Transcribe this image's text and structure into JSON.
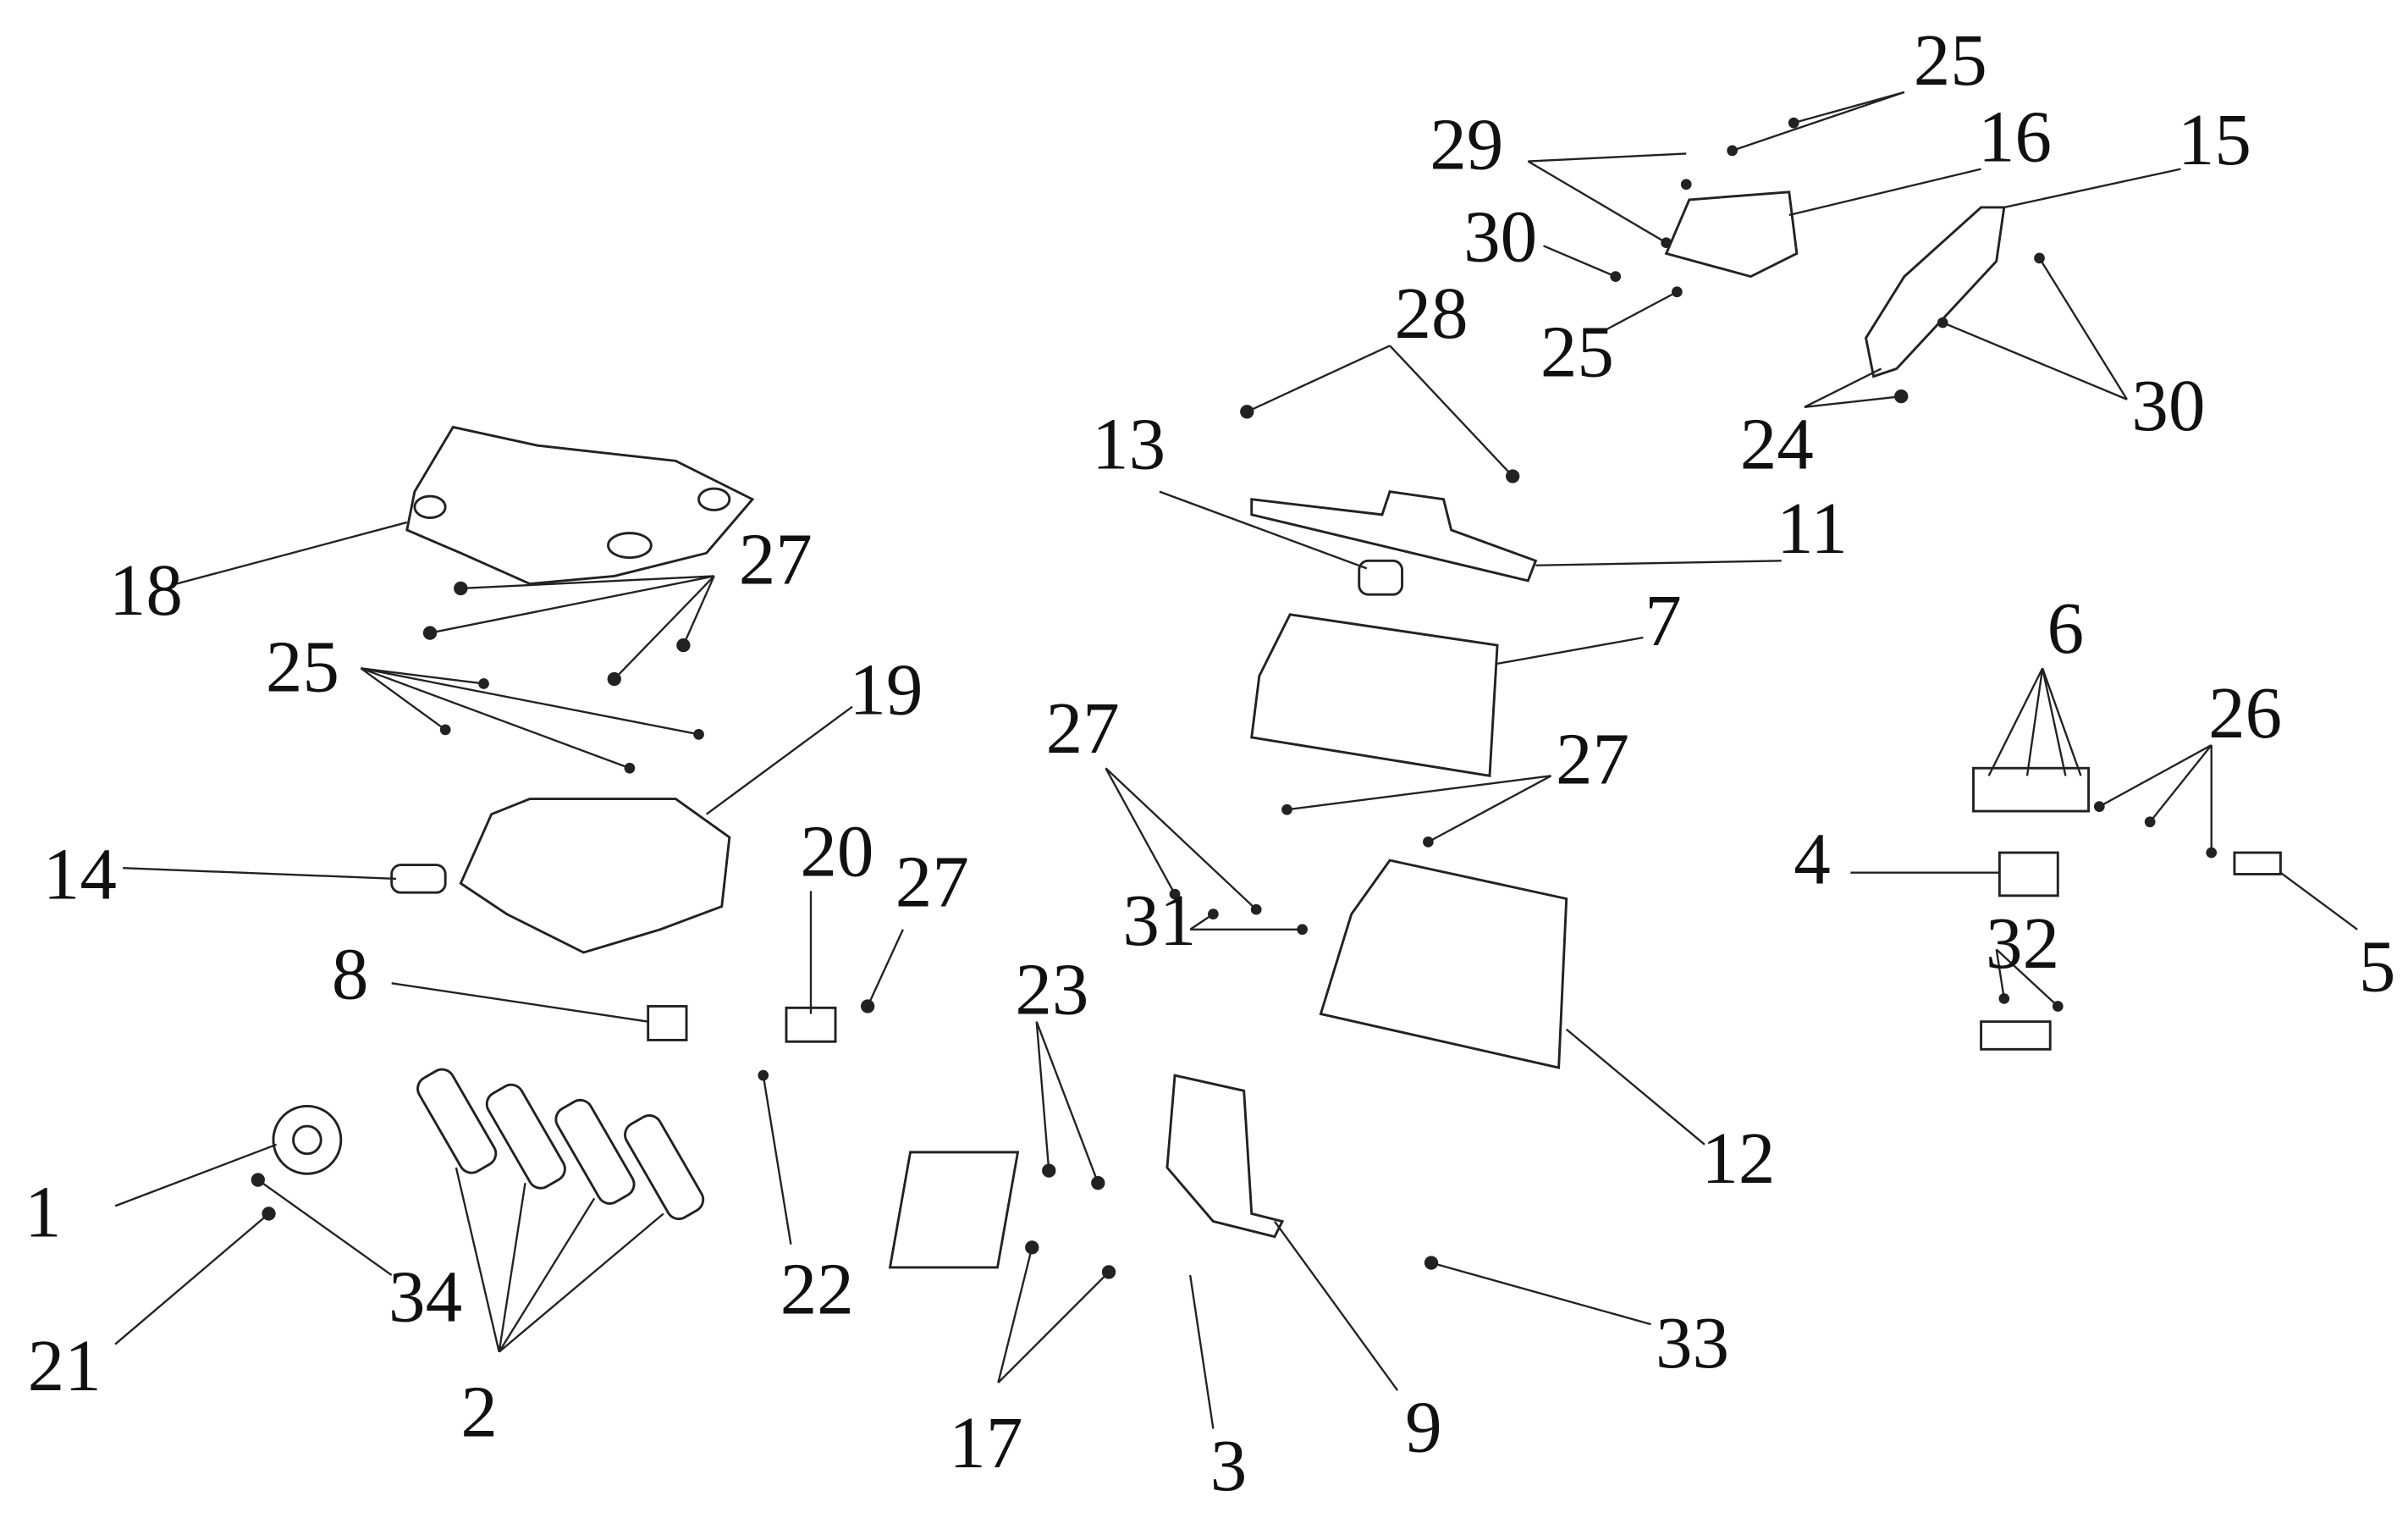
{
  "diagram": {
    "labels": [
      "25",
      "29",
      "16",
      "15",
      "30",
      "28",
      "25",
      "24",
      "30",
      "13",
      "11",
      "18",
      "27",
      "7",
      "25",
      "19",
      "6",
      "26",
      "27",
      "27",
      "14",
      "20",
      "27",
      "4",
      "31",
      "32",
      "5",
      "8",
      "23",
      "12",
      "1",
      "34",
      "22",
      "21",
      "33",
      "2",
      "17",
      "9",
      "3"
    ]
  }
}
